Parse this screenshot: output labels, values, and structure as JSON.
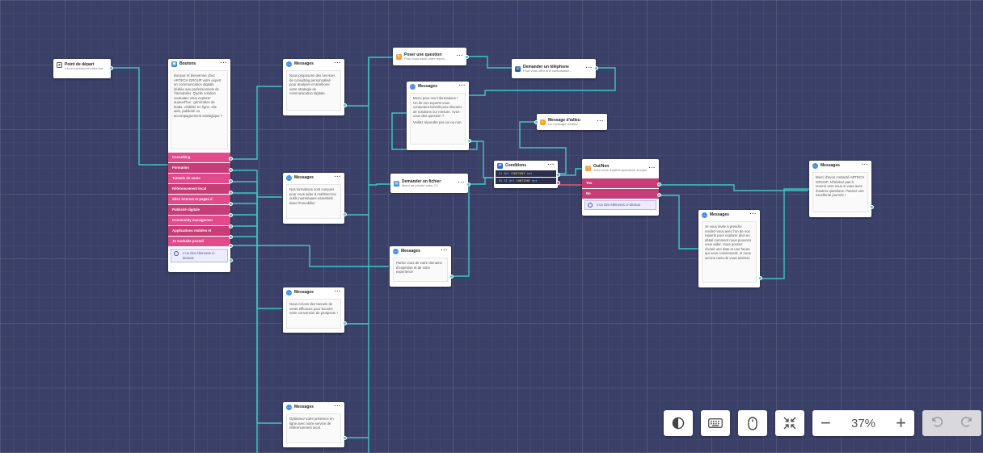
{
  "start": {
    "title": "Point de départ",
    "subtitle": "Là où commence votre bot",
    "icon": "flag-icon"
  },
  "buttons_node": {
    "title": "Boutons",
    "icon": "buttons-icon",
    "message": "Bonjour et bienvenue chez ARTECH GROUP votre expert en communication digitale dédiée aux professionnels de l'immobilier. Quelle solution souhaitez-vous explorer aujourd'hui : génération de leads, visibilité en ligne, site web, publicité ou accompagnement stratégique ?",
    "options": [
      "Consulting",
      "Formation",
      "Tunnels de vente",
      "Référencement local",
      "Sites Internet et pages d",
      "Publicité digitale",
      "Community managemen",
      "Applications mobiles et",
      "Je souhaite postuli"
    ],
    "other": "L'un des éléments ci-dessus"
  },
  "messages": {
    "m1": {
      "title": "Messages",
      "text": "Nous proposons des services de consulting personnalisé pour analyser et améliorer votre stratégie de communication digitale."
    },
    "m2": {
      "title": "Messages",
      "text": "Nos formations sont conçues pour vous aider à maîtriser les outils numériques essentiels dans l'immobilier."
    },
    "m3": {
      "title": "Messages",
      "text": "Nous créons des tunnels de vente efficaces pour booster votre conversion de prospects !"
    },
    "m4": {
      "title": "Messages",
      "text": "Optimisez votre présence en ligne avec notre service de référencement local."
    },
    "m5": {
      "title": "Messages",
      "text": "Merci pour ces informations ! Un de nos experts vous contactera bientôt pour discuter de solutions sur mesure. Avez-vous des question ?",
      "text2": "Veillez répondre par oui ou non"
    },
    "m6": {
      "title": "Messages",
      "text": "Parlez vous de votre domaine d'expertise et de votre experience"
    },
    "m7": {
      "title": "Messages",
      "text": "Je vous invite à prendre rendez-vous avec l'un de nos experts pour explorer plus en détail comment nous pouvons vous aider. Vous pouvez choisir une date et une heure qui vous conviennent, et nous serons ravis de vous assister."
    },
    "m8": {
      "title": "Messages",
      "text": "Merci d'avoir contacté ARTECH GROUP. N'hésitez pas à revenir vers nous si vous avez d'autres questions. Passez une excellente journée !"
    }
  },
  "ask_question": {
    "title": "Poser une question",
    "subtitle": "Pour vous saisir votre répon..."
  },
  "ask_phone": {
    "title": "Demander un téléphone",
    "subtitle": "Pour vous offrir une consultation..."
  },
  "goodbye": {
    "title": "Message d'adieu",
    "subtitle": "Un message d'adieu"
  },
  "ask_file": {
    "title": "Demander un fichier",
    "subtitle": "Merci de joindre votre CV"
  },
  "conditions": {
    "title": "Conditions",
    "rows": [
      {
        "kw": "SI",
        "var": "@rl",
        "op": "CONTIENT",
        "val": "oui"
      },
      {
        "kw": "OU",
        "var": "SI @rl",
        "op": "CONTIENT",
        "val": "oui"
      }
    ]
  },
  "yesno": {
    "title": "Oui/Non",
    "subtitle": "Avez-vous d'autres questions auxquelles...",
    "yes": "Yes",
    "no": "No",
    "other": "L'un des éléments ci-dessus"
  },
  "toolbar": {
    "zoom": "37%",
    "minus": "−",
    "plus": "+"
  }
}
